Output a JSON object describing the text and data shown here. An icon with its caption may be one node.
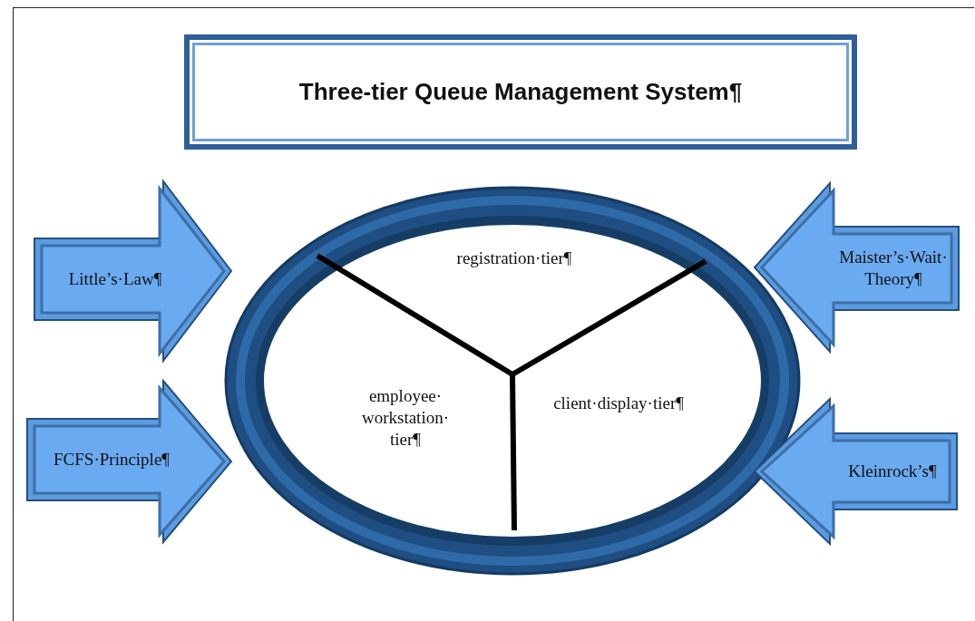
{
  "diagram": {
    "title": "Three-tier Queue Management System¶",
    "nodes": [
      {
        "text": [],
        "shape": "circle"
      },
      {
        "text": [
          "registration·tier¶"
        ],
        "in": 0
      },
      {
        "text": [
          "employee· workstation· tier¶"
        ],
        "in": 0
      },
      {
        "text": [
          "client·display·tier¶"
        ],
        "in": 0
      },
      {
        "text": [
          "Little’s·Law¶"
        ]
      },
      {
        "text": [
          "Maister’s·Wait· Theory¶"
        ]
      },
      {
        "text": [
          "FCFS·Principle¶"
        ]
      },
      {
        "text": [
          "Kleinrock’s¶"
        ]
      }
    ]
  }
}
